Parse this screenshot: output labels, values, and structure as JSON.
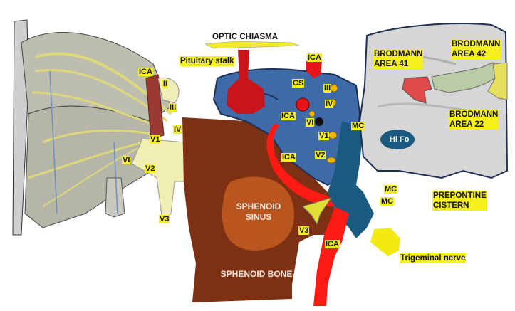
{
  "figure": {
    "title": "Trigeminal nerve and cavernous sinus anatomy",
    "colors": {
      "label_bg": "#f5ef1a",
      "nerve_yellow": "#ece88a",
      "artery_red": "#e8141a",
      "cavernous_blue": "#3f6aa8",
      "meckel_teal": "#1b5a80",
      "sphenoid_bone": "#7d3012",
      "sphenoid_sinus": "#b9551f",
      "brain_gray": "#d6d6d6",
      "area41_red": "#e04a4a",
      "area42_green": "#b9cca5",
      "area22_yellow": "#e6df5e"
    }
  },
  "left_panel": {
    "labels": {
      "ica": "ICA",
      "ii": "II",
      "iii": "III",
      "iv": "IV",
      "v1": "V1",
      "vi": "VI",
      "v2": "V2",
      "v3": "V3"
    }
  },
  "center_panel": {
    "optic_chiasma": "OPTIC CHIASMA",
    "pituitary_stalk": "Pituitary stalk",
    "ica_top": "ICA",
    "cs": "CS",
    "iii": "III",
    "iv": "IV",
    "ica_mid": "ICA",
    "vi": "VI",
    "v1": "V1",
    "mc_mid": "MC",
    "ica_low": "ICA",
    "v2": "V2",
    "sphenoid_sinus": "SPHENOID\nSINUS",
    "v3": "V3",
    "ica_bottom": "ICA",
    "sphenoid_bone": "SPHENOID BONE",
    "mc_a": "MC",
    "mc_b": "MC",
    "trigeminal_nerve": "Trigeminal nerve"
  },
  "right_panel": {
    "area41": "BRODMANN\nAREA 41",
    "area42": "BRODMANN\nAREA 42",
    "area22": "BRODMANN\nAREA 22",
    "hifo": "Hi Fo",
    "prepontine": "PREPONTINE\nCISTERN"
  }
}
